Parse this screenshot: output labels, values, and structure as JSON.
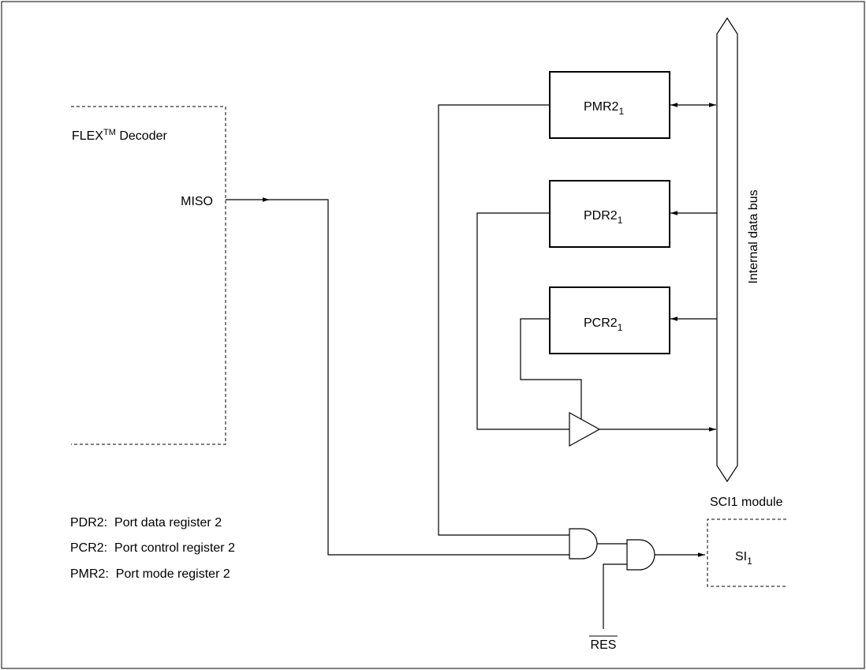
{
  "flex_decoder": {
    "name": "FLEX",
    "superscript": "TM",
    "suffix": " Decoder",
    "miso": "MISO"
  },
  "registers": {
    "pmr": {
      "base": "PMR2",
      "sub": "1"
    },
    "pdr": {
      "base": "PDR2",
      "sub": "1"
    },
    "pcr": {
      "base": "PCR2",
      "sub": "1"
    }
  },
  "bus_label": "Internal data bus",
  "sci_module": {
    "title": "SCI1 module",
    "base": "SI",
    "sub": "1"
  },
  "reset_label": "RES",
  "legend": [
    "PDR2:  Port data register 2",
    "PCR2:  Port control register 2",
    "PMR2:  Port mode register 2"
  ]
}
